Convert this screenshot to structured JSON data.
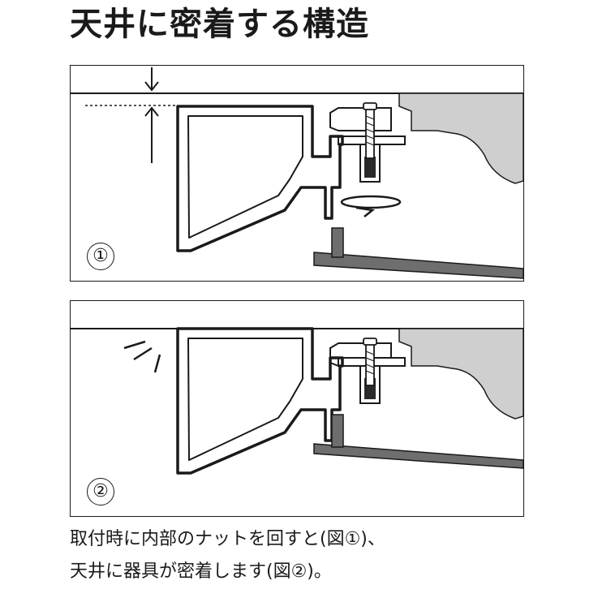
{
  "title": "天井に密着する構造",
  "steps": [
    {
      "number": "①"
    },
    {
      "number": "②"
    }
  ],
  "caption": {
    "line1": "取付時に内部のナットを回すと(図①)、",
    "line2": "天井に器具が密着します(図②)。"
  },
  "colors": {
    "line": "#1a1a1a",
    "ceiling_fill": "#cfcfcf",
    "base_plate": "#6e6e6e"
  }
}
